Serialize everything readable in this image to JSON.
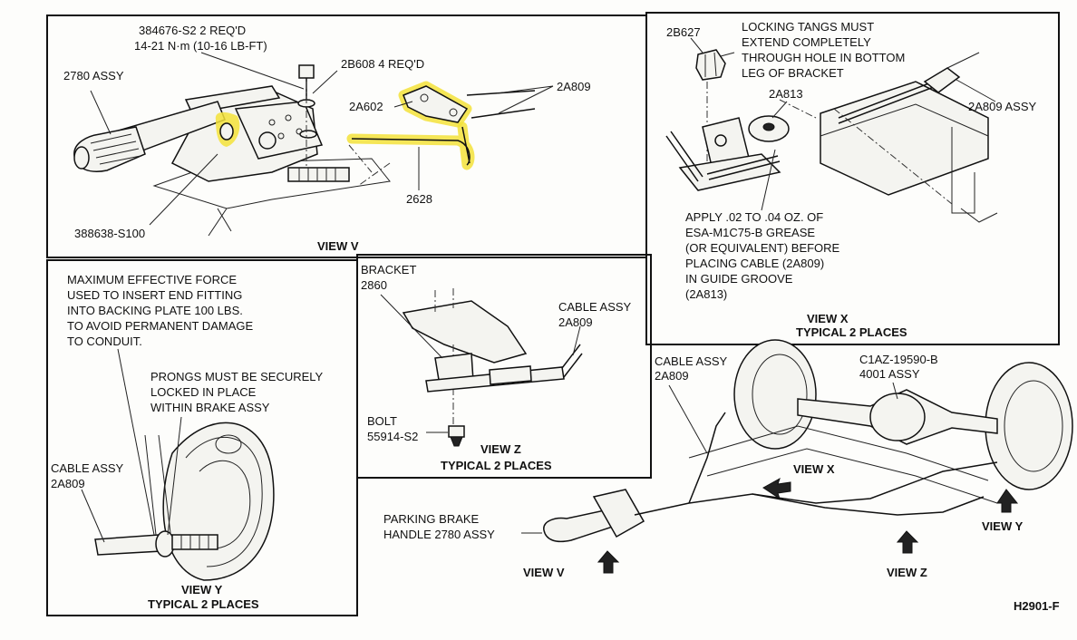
{
  "views": {
    "v": {
      "title": "VIEW V",
      "labels": {
        "p384676": "384676-S2 2 REQ'D",
        "torque": "14-21 N·m (10-16 LB-FT)",
        "p2780": "2780 ASSY",
        "p2b608": "2B608 4 REQ'D",
        "p2a809": "2A809",
        "p2a602": "2A602",
        "p2628": "2628",
        "p388638": "388638-S100"
      }
    },
    "x": {
      "title": "VIEW X",
      "subtitle": "TYPICAL 2 PLACES",
      "labels": {
        "p2b627": "2B627",
        "tang1": "LOCKING TANGS MUST",
        "tang2": "EXTEND COMPLETELY",
        "tang3": "THROUGH HOLE IN BOTTOM",
        "tang4": "LEG OF BRACKET",
        "p2a813": "2A813",
        "p2a809assy": "2A809 ASSY",
        "g1": "APPLY .02 TO .04 OZ. OF",
        "g2": "ESA-M1C75-B GREASE",
        "g3": "(OR EQUIVALENT) BEFORE",
        "g4": "PLACING CABLE (2A809)",
        "g5": "IN GUIDE GROOVE",
        "g6": "(2A813)"
      }
    },
    "y": {
      "title": "VIEW Y",
      "subtitle": "TYPICAL 2 PLACES",
      "labels": {
        "f1": "MAXIMUM EFFECTIVE FORCE",
        "f2": "USED TO INSERT END FITTING",
        "f3": "INTO BACKING PLATE 100 LBS.",
        "f4": "TO AVOID PERMANENT DAMAGE",
        "f5": "TO CONDUIT.",
        "pr1": "PRONGS MUST BE SECURELY",
        "pr2": "LOCKED IN PLACE",
        "pr3": "WITHIN BRAKE ASSY",
        "c1": "CABLE ASSY",
        "c2": "2A809"
      }
    },
    "z": {
      "title": "VIEW Z",
      "subtitle": "TYPICAL 2 PLACES",
      "labels": {
        "b1": "BRACKET",
        "b2": "2860",
        "c1": "CABLE ASSY",
        "c2": "2A809",
        "bolt1": "BOLT",
        "bolt2": "55914-S2"
      }
    },
    "overview": {
      "labels": {
        "c1": "CABLE ASSY",
        "c2": "2A809",
        "ax1": "C1AZ-19590-B",
        "ax2": "4001 ASSY",
        "h1": "PARKING BRAKE",
        "h2": "HANDLE 2780 ASSY",
        "viewx": "VIEW X",
        "viewy": "VIEW Y",
        "viewv": "VIEW V",
        "viewz": "VIEW Z"
      }
    }
  },
  "figure_id": "H2901-F",
  "colors": {
    "highlight": "#f3e23a",
    "ink": "#111111"
  }
}
